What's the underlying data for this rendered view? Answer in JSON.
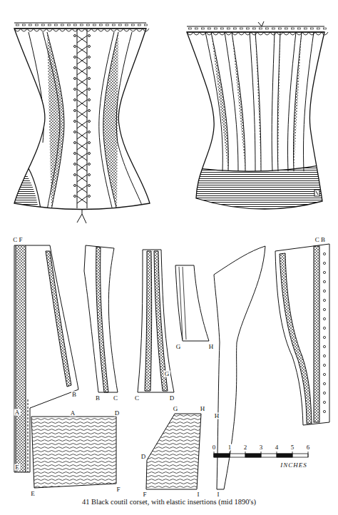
{
  "diagram": {
    "caption": "41 Black coutil corset, with elastic insertions (mid 1890's)",
    "labels": [
      "C F",
      "B",
      "A",
      "E",
      "B",
      "C",
      "C",
      "G",
      "D",
      "G",
      "H",
      "H",
      "I",
      "C B",
      "A",
      "D",
      "E",
      "F",
      "G",
      "H",
      "D",
      "F",
      "I",
      "0",
      "1",
      "2",
      "3",
      "4",
      "5",
      "6",
      "INCHES"
    ]
  }
}
